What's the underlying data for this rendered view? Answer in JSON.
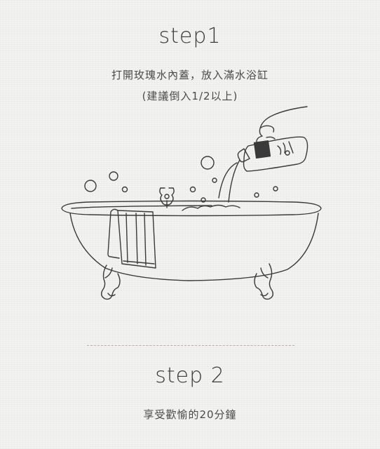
{
  "step1": {
    "title": "step1",
    "line1": "打開玫瑰水內蓋，放入滿水浴缸",
    "line2": "(建議倒入1/2以上)"
  },
  "step2": {
    "title": "step 2",
    "line1": "享受歡愉的20分鐘"
  },
  "colors": {
    "background": "#f3f3f1",
    "ink": "#3c3c3c",
    "divider": "#c9a6a6"
  },
  "icons": [
    "bathtub-illustration",
    "hand-pouring-bottle-icon",
    "bubble-icon",
    "towel-icon",
    "faucet-icon"
  ]
}
